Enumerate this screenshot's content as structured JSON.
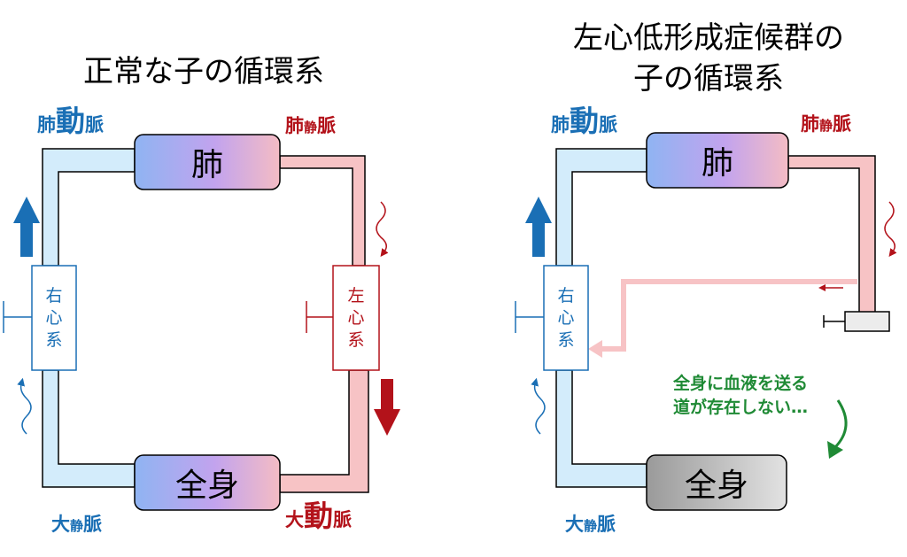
{
  "colors": {
    "vein_blue": "#1a6fb5",
    "vein_fill": "#d3ecfb",
    "artery_red": "#b3121a",
    "artery_fill": "#f7c3c5",
    "note_green": "#1f8a35",
    "lung_gradient": [
      "#8fb4f2",
      "#c2a3ee",
      "#f4bcc4"
    ],
    "body_gray_gradient": [
      "#9a9a9a",
      "#dedede"
    ]
  },
  "left": {
    "title": "正常な子の循環系",
    "lung_label": "肺",
    "body_label": "全身",
    "right_heart_chars": [
      "右",
      "心",
      "系"
    ],
    "left_heart_chars": [
      "左",
      "心",
      "系"
    ],
    "pulm_artery": [
      "肺",
      "動",
      "脈"
    ],
    "pulm_vein": [
      "肺",
      "静",
      "脈"
    ],
    "vena_cava": [
      "大",
      "静",
      "脈"
    ],
    "aorta": [
      "大",
      "動",
      "脈"
    ]
  },
  "right": {
    "title_line1": "左心低形成症候群の",
    "title_line2": "子の循環系",
    "lung_label": "肺",
    "body_label": "全身",
    "right_heart_chars": [
      "右",
      "心",
      "系"
    ],
    "pulm_artery": [
      "肺",
      "動",
      "脈"
    ],
    "pulm_vein": [
      "肺",
      "静",
      "脈"
    ],
    "vena_cava": [
      "大",
      "静",
      "脈"
    ],
    "note_line1": "全身に血液を送る",
    "note_line2": "道が存在しない…"
  },
  "icons": [
    "up-arrow-icon",
    "down-arrow-icon",
    "wavy-arrow-icon",
    "curved-arrow-icon",
    "syringe-icon"
  ]
}
